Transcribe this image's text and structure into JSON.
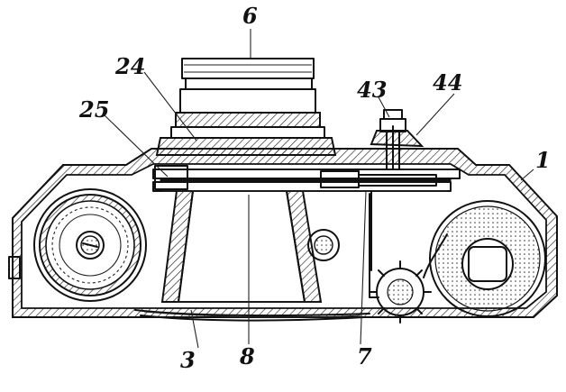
{
  "figure": {
    "reference_numerals": {
      "n6": "6",
      "n24": "24",
      "n25": "25",
      "n43": "43",
      "n44": "44",
      "n1": "1",
      "n3": "3",
      "n8": "8",
      "n7": "7"
    }
  }
}
